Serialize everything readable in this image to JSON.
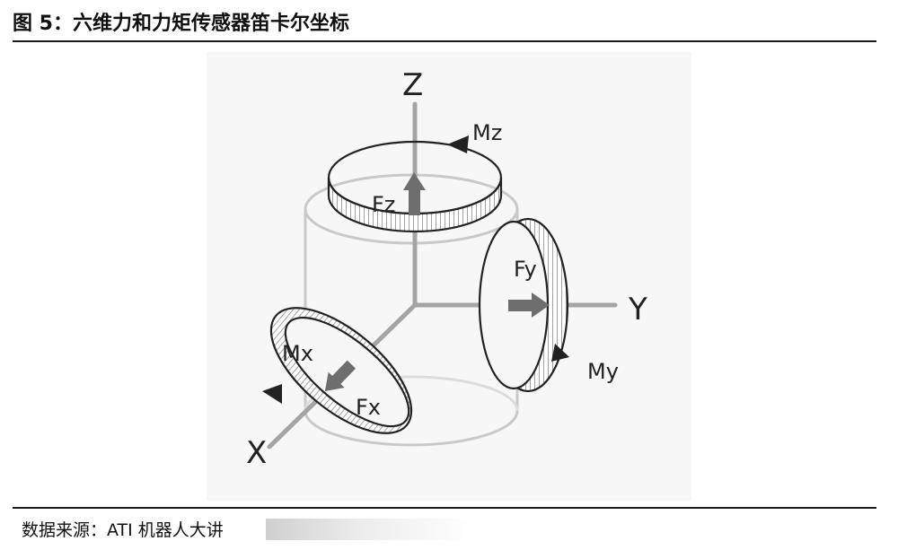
{
  "figure": {
    "title": "图 5：六维力和力矩传感器笛卡尔坐标",
    "source": "数据来源：ATI 机器人大讲"
  },
  "diagram": {
    "axes": {
      "x": "X",
      "y": "Y",
      "z": "Z"
    },
    "forces": {
      "fx": "Fx",
      "fy": "Fy",
      "fz": "Fz"
    },
    "moments": {
      "mx": "Mx",
      "my": "My",
      "mz": "Mz"
    }
  }
}
